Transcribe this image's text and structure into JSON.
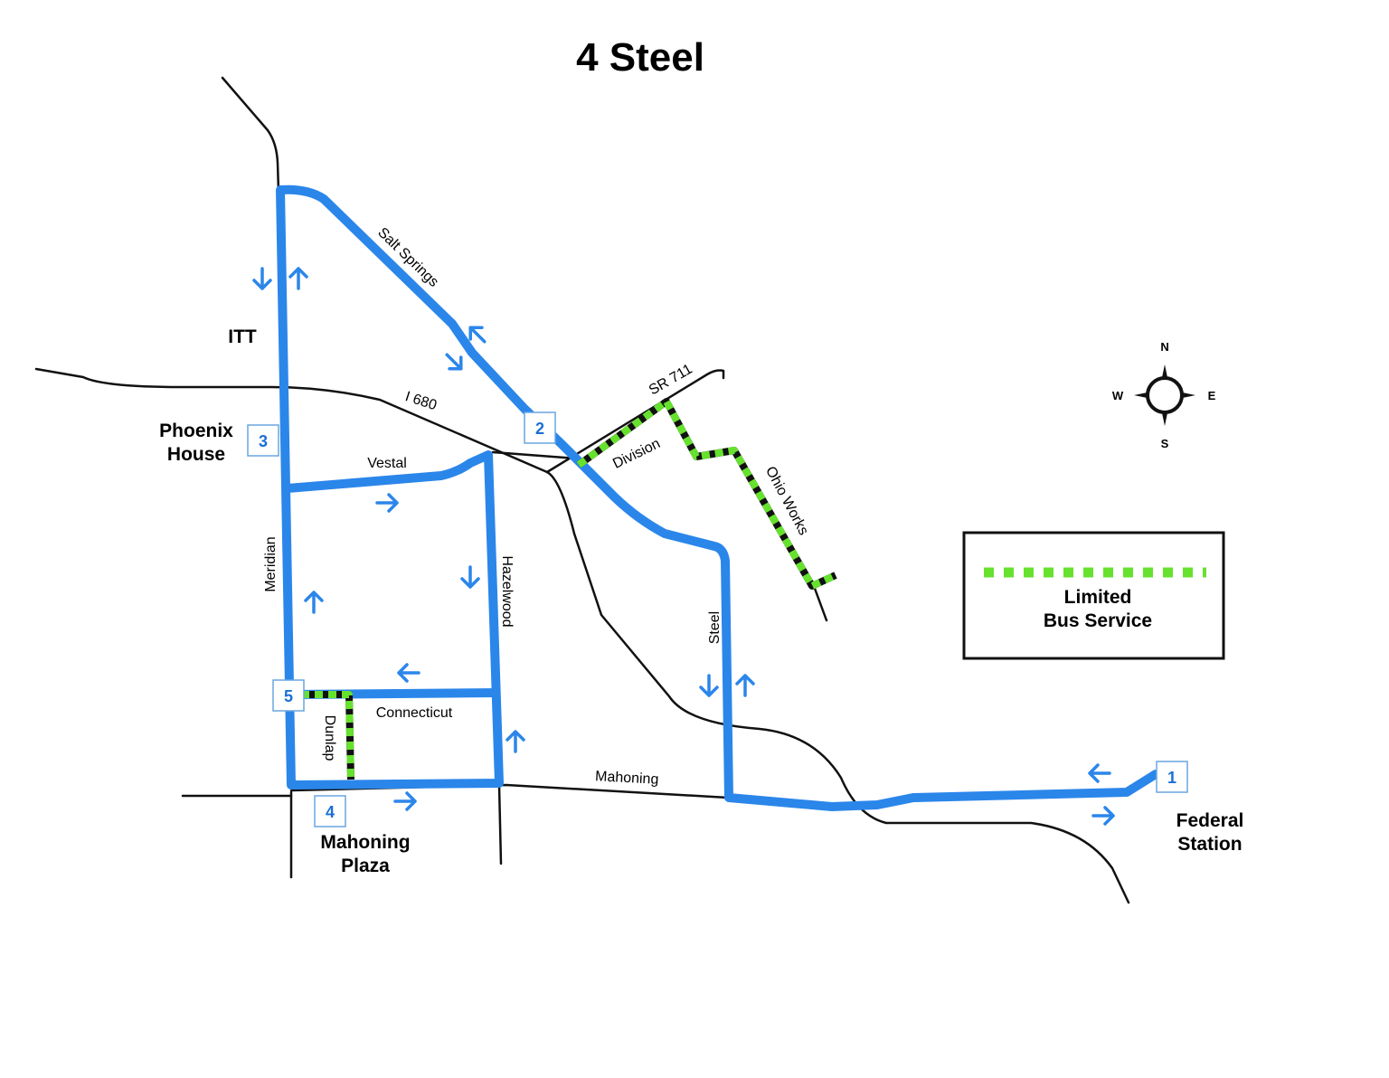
{
  "title": "4 Steel",
  "colors": {
    "route": "#2b86ea",
    "limited": "#66e22e",
    "road": "#111111",
    "stop_text": "#1a6fd6"
  },
  "streets": {
    "salt_springs": "Salt Springs",
    "i680": "I 680",
    "sr711": "SR 711",
    "division": "Division",
    "ohio_works": "Ohio Works",
    "vestal": "Vestal",
    "meridian": "Meridian",
    "hazelwood": "Hazelwood",
    "steel": "Steel",
    "connecticut": "Connecticut",
    "dunlap": "Dunlap",
    "mahoning": "Mahoning"
  },
  "places": {
    "itt": "ITT",
    "phoenix_1": "Phoenix",
    "phoenix_2": "House",
    "mahoning_plaza_1": "Mahoning",
    "mahoning_plaza_2": "Plaza",
    "federal_1": "Federal",
    "federal_2": "Station"
  },
  "stops": [
    "1",
    "2",
    "3",
    "4",
    "5"
  ],
  "compass": {
    "n": "N",
    "s": "S",
    "e": "E",
    "w": "W"
  },
  "legend": {
    "line1": "Limited",
    "line2": "Bus Service"
  },
  "icons": {
    "compass": "compass-rose-icon",
    "direction": "arrow-icon"
  }
}
